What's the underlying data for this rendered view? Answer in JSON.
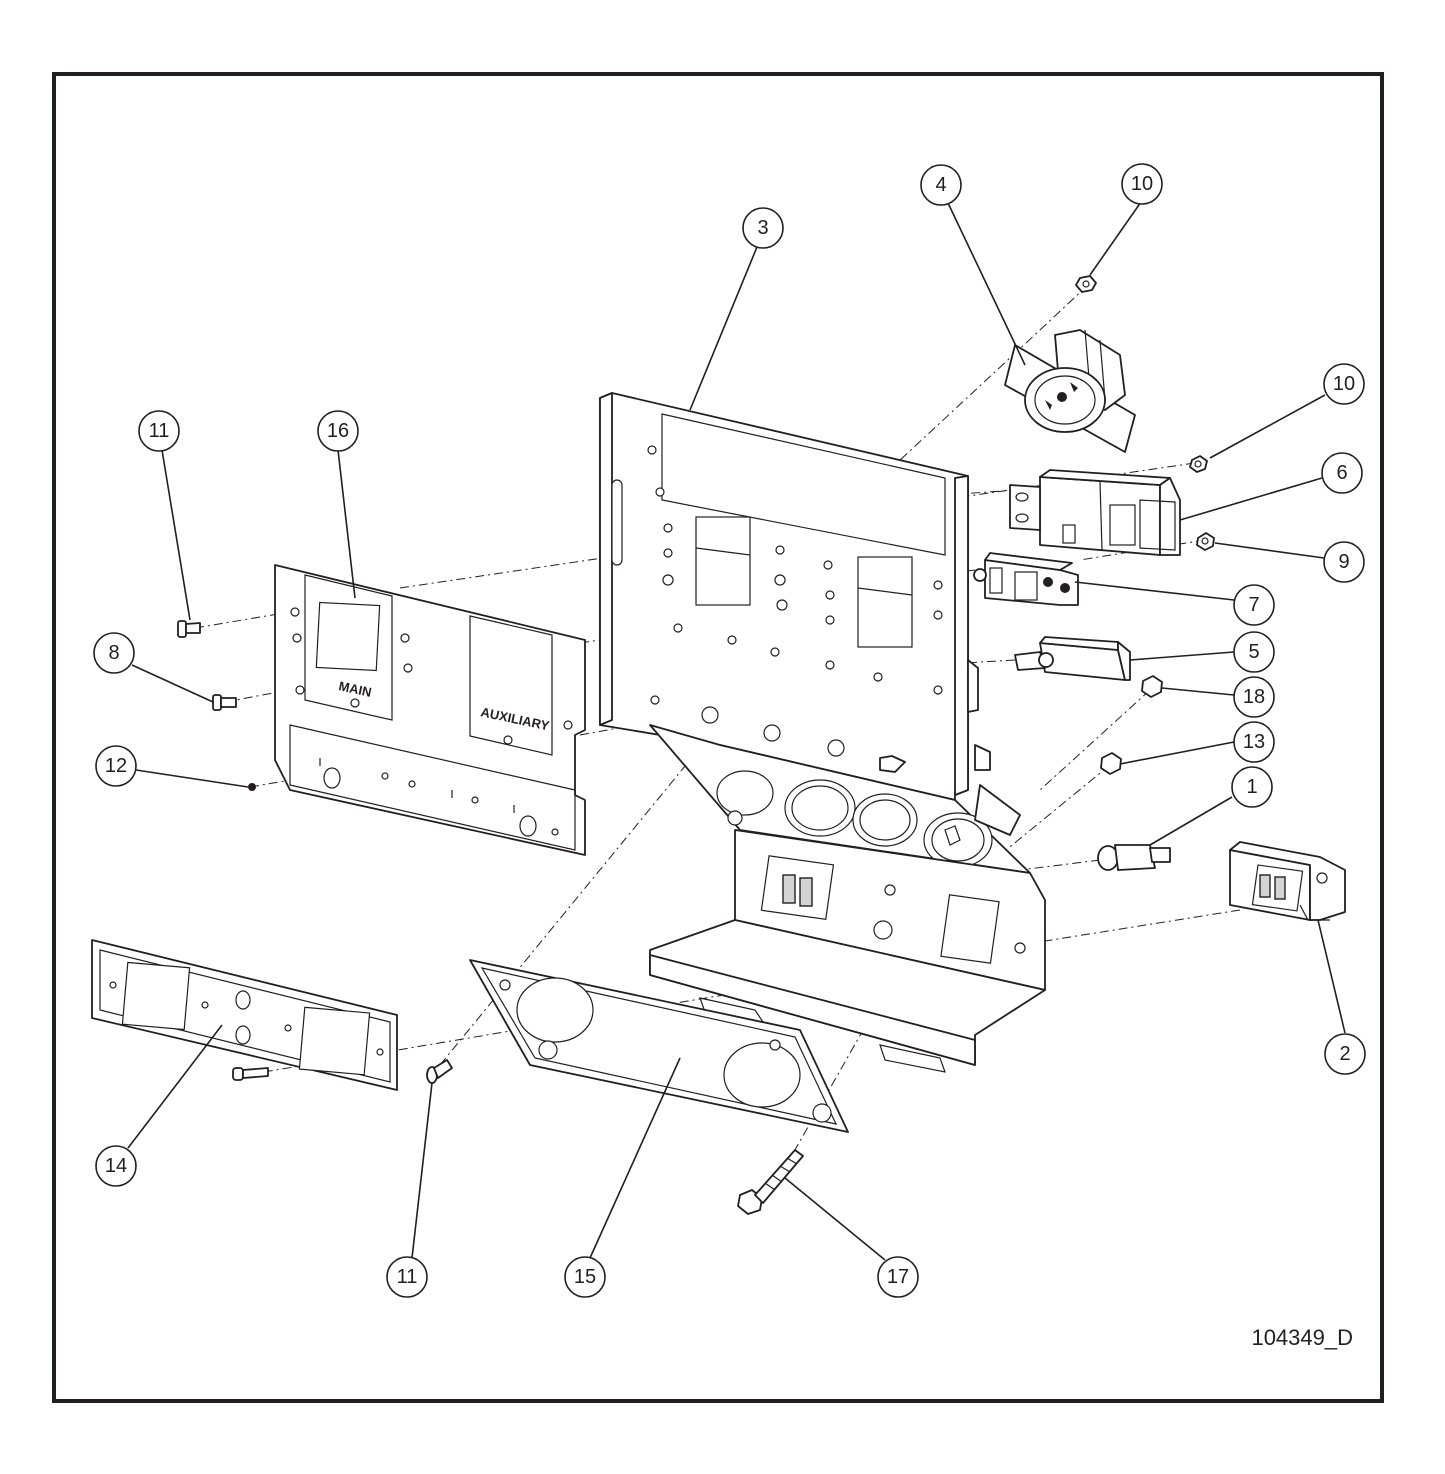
{
  "drawing_number": "104349_D",
  "panel_labels": {
    "main": "MAIN",
    "auxiliary": "AUXILIARY"
  },
  "callouts": [
    {
      "id": "c4",
      "label": "4"
    },
    {
      "id": "c10a",
      "label": "10"
    },
    {
      "id": "c3",
      "label": "3"
    },
    {
      "id": "c10b",
      "label": "10"
    },
    {
      "id": "c11a",
      "label": "11"
    },
    {
      "id": "c16",
      "label": "16"
    },
    {
      "id": "c6",
      "label": "6"
    },
    {
      "id": "c9",
      "label": "9"
    },
    {
      "id": "c7",
      "label": "7"
    },
    {
      "id": "c8",
      "label": "8"
    },
    {
      "id": "c5",
      "label": "5"
    },
    {
      "id": "c18",
      "label": "18"
    },
    {
      "id": "c13",
      "label": "13"
    },
    {
      "id": "c12",
      "label": "12"
    },
    {
      "id": "c1",
      "label": "1"
    },
    {
      "id": "c2",
      "label": "2"
    },
    {
      "id": "c14",
      "label": "14"
    },
    {
      "id": "c11b",
      "label": "11"
    },
    {
      "id": "c15",
      "label": "15"
    },
    {
      "id": "c17",
      "label": "17"
    }
  ]
}
